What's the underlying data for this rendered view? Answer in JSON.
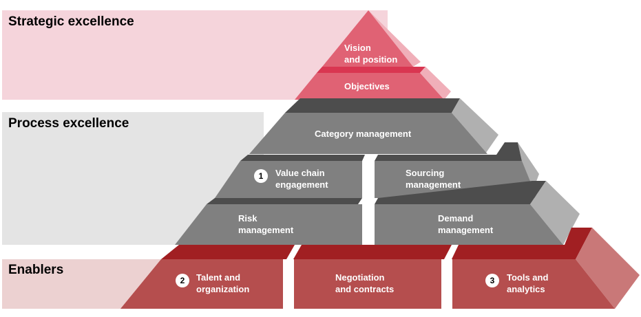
{
  "bands": {
    "strategic": {
      "title": "Strategic excellence",
      "color": "#f5d4db"
    },
    "process": {
      "title": "Process excellence",
      "color": "#e4e4e4"
    },
    "enablers": {
      "title": "Enablers",
      "color": "#ecd1d1"
    }
  },
  "colors": {
    "pink_face": "#e06274",
    "pink_top": "#d93651",
    "pink_side": "#f0afb9",
    "gray_face": "#808080",
    "gray_top": "#4d4d4d",
    "gray_side": "#b0b0b0",
    "red_face": "#b54e4e",
    "red_top": "#a11f22",
    "red_side": "#c97878"
  },
  "blocks": {
    "vision": {
      "line1": "Vision",
      "line2": "and position"
    },
    "objectives": {
      "line1": "Objectives"
    },
    "category": {
      "line1": "Category management"
    },
    "value_chain": {
      "number": "1",
      "line1": "Value chain",
      "line2": "engagement"
    },
    "sourcing": {
      "line1": "Sourcing",
      "line2": "management"
    },
    "risk": {
      "line1": "Risk",
      "line2": "management"
    },
    "demand": {
      "line1": "Demand",
      "line2": "management"
    },
    "talent": {
      "number": "2",
      "line1": "Talent and",
      "line2": "organization"
    },
    "negotiation": {
      "line1": "Negotiation",
      "line2": "and contracts"
    },
    "tools": {
      "number": "3",
      "line1": "Tools and",
      "line2": "analytics"
    }
  }
}
